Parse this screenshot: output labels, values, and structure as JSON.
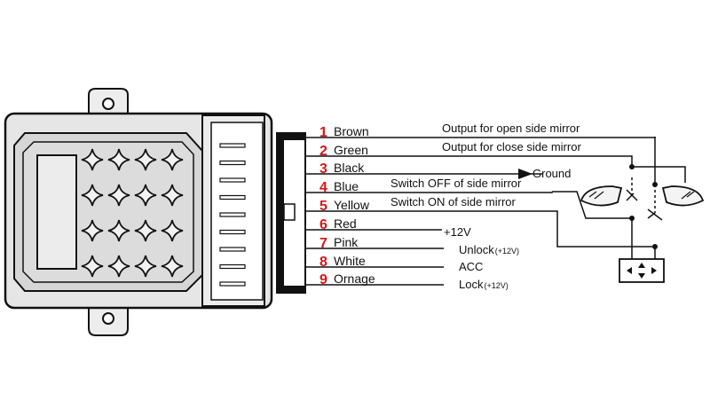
{
  "wires": [
    {
      "number": "1",
      "color": "Brown",
      "function": "Output for open side mirror",
      "suffix": ""
    },
    {
      "number": "2",
      "color": "Green",
      "function": "Output for close side mirror",
      "suffix": ""
    },
    {
      "number": "3",
      "color": "Black",
      "function": "Ground",
      "suffix": ""
    },
    {
      "number": "4",
      "color": "Blue",
      "function": "Switch OFF of side mirror",
      "suffix": ""
    },
    {
      "number": "5",
      "color": "Yellow",
      "function": "Switch ON of side mirror",
      "suffix": ""
    },
    {
      "number": "6",
      "color": "Red",
      "function": "+12V",
      "suffix": ""
    },
    {
      "number": "7",
      "color": "Pink",
      "function": "Unlock",
      "suffix": "(+12V)"
    },
    {
      "number": "8",
      "color": "White",
      "function": "ACC",
      "suffix": ""
    },
    {
      "number": "9",
      "color": "Ornage",
      "function": "Lock",
      "suffix": "(+12V)"
    }
  ],
  "colors": {
    "line": "#111111",
    "number": "#d01818",
    "module_fill": "#e6e6e6",
    "module_inner": "#d2d2d2"
  },
  "icons": [
    "sparkle-icon",
    "mirror-icon",
    "switch-icon",
    "arrow-right-icon",
    "direction-pad-icon"
  ]
}
